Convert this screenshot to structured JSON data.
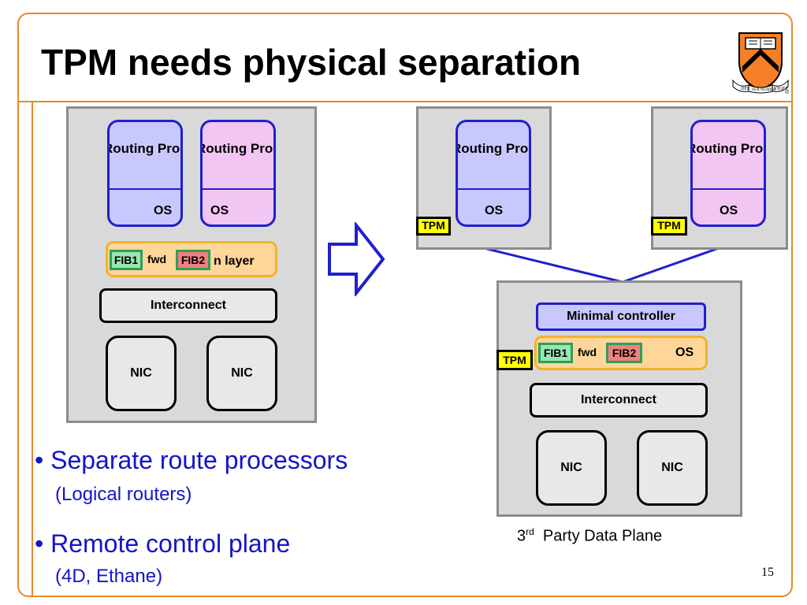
{
  "slide": {
    "title": "TPM needs physical separation",
    "page_number": "15",
    "colors": {
      "frame": "#e8892c",
      "bullet_text": "#1414c8",
      "tpm": "#ffff00",
      "routing_blue": "#c8c8ff",
      "routing_pink": "#f2c6f2",
      "box_gray": "#d9d9d9"
    }
  },
  "logo": {
    "icon": "princeton-shield-icon",
    "motto_left": "DEI",
    "motto_mid": "SUB NUMINE",
    "motto_right": "VIGET",
    "mark": "®"
  },
  "left_router": {
    "routing_processes_1": "Routing Processes",
    "routing_processes_2": "Routing Processes",
    "os_1": "OS",
    "os_2": "OS",
    "fib1": "FIB1",
    "fwd": "fwd",
    "fib2": "FIB2",
    "layer_text": "n layer",
    "interconnect": "Interconnect",
    "nic_1": "NIC",
    "nic_2": "NIC"
  },
  "arrow": {
    "icon": "right-arrow-icon"
  },
  "right_top_left": {
    "routing_processes": "Routing Processes",
    "os": "OS",
    "tpm": "TPM"
  },
  "right_top_right": {
    "routing_processes": "Routing Processes",
    "os": "OS",
    "tpm": "TPM"
  },
  "data_plane": {
    "minimal_controller": "Minimal controller",
    "tpm": "TPM",
    "fib1": "FIB1",
    "fwd": "fwd",
    "fib2": "FIB2",
    "os": "OS",
    "interconnect": "Interconnect",
    "nic_1": "NIC",
    "nic_2": "NIC",
    "caption_prefix": "3",
    "caption_sup": "rd",
    "caption_suffix": "  Party Data Plane"
  },
  "bullets": [
    {
      "main": "Separate route processors",
      "sub": "(Logical routers)"
    },
    {
      "main": "Remote control plane",
      "sub": "(4D, Ethane)"
    }
  ]
}
